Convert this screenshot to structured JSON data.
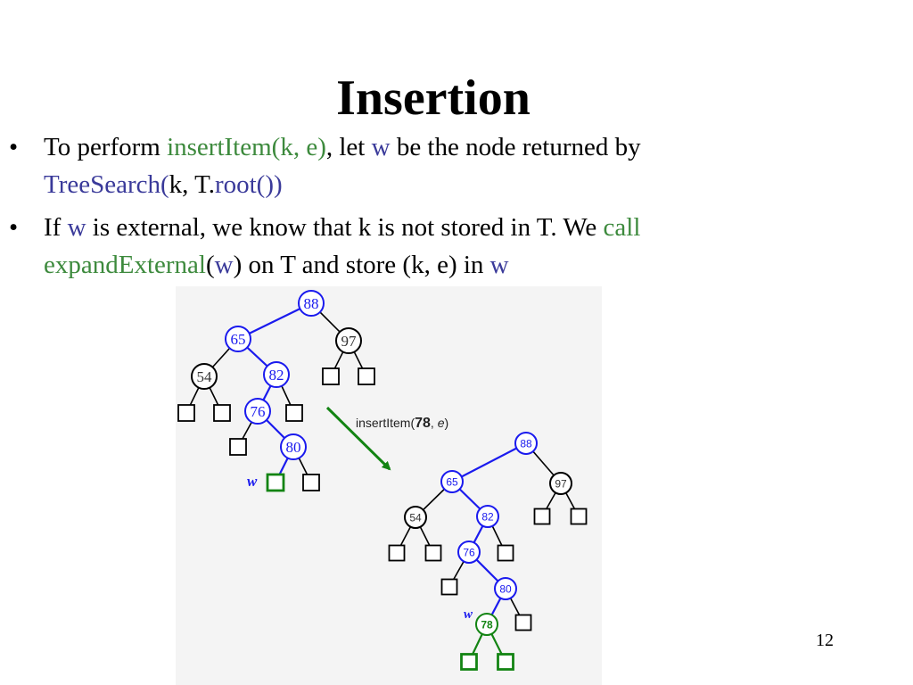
{
  "slide": {
    "title": "Insertion",
    "bullets": [
      {
        "lines": [
          [
            {
              "t": "To perform ",
              "c": ""
            },
            {
              "t": "insertItem(k, e)",
              "c": "g"
            },
            {
              "t": ", let ",
              "c": ""
            },
            {
              "t": "w",
              "c": "b"
            },
            {
              "t": " be the node returned by",
              "c": ""
            }
          ],
          [
            {
              "t": "TreeSearch(",
              "c": "b"
            },
            {
              "t": "k, T.",
              "c": ""
            },
            {
              "t": "root())",
              "c": "b"
            }
          ]
        ]
      },
      {
        "lines": [
          [
            {
              "t": "If ",
              "c": ""
            },
            {
              "t": "w",
              "c": "b"
            },
            {
              "t": " is external, we know that k is not stored in T. We ",
              "c": ""
            },
            {
              "t": "call",
              "c": "g"
            }
          ],
          [
            {
              "t": "expandExternal",
              "c": "g"
            },
            {
              "t": "(",
              "c": ""
            },
            {
              "t": "w",
              "c": "b"
            },
            {
              "t": ") on T and store (k, e) in ",
              "c": ""
            },
            {
              "t": "w",
              "c": "b"
            }
          ]
        ]
      }
    ],
    "bullet_symbol": "•",
    "page_number": "12"
  },
  "figure": {
    "colors": {
      "path": "#1a1aee",
      "new": "#138413",
      "normal": "#000000",
      "arrow": "#138413"
    },
    "before_tree": {
      "nodes": [
        {
          "id": "88",
          "label": "88",
          "kind": "internal",
          "state": "path"
        },
        {
          "id": "65",
          "label": "65",
          "kind": "internal",
          "state": "path"
        },
        {
          "id": "97",
          "label": "97",
          "kind": "internal",
          "state": "normal"
        },
        {
          "id": "54",
          "label": "54",
          "kind": "internal",
          "state": "normal"
        },
        {
          "id": "82",
          "label": "82",
          "kind": "internal",
          "state": "path"
        },
        {
          "id": "76",
          "label": "76",
          "kind": "internal",
          "state": "path"
        },
        {
          "id": "80",
          "label": "80",
          "kind": "internal",
          "state": "path"
        },
        {
          "id": "e97l",
          "label": "",
          "kind": "external",
          "state": "normal"
        },
        {
          "id": "e97r",
          "label": "",
          "kind": "external",
          "state": "normal"
        },
        {
          "id": "e54l",
          "label": "",
          "kind": "external",
          "state": "normal"
        },
        {
          "id": "e54r",
          "label": "",
          "kind": "external",
          "state": "normal"
        },
        {
          "id": "e82r",
          "label": "",
          "kind": "external",
          "state": "normal"
        },
        {
          "id": "e76l",
          "label": "",
          "kind": "external",
          "state": "normal"
        },
        {
          "id": "w",
          "label": "",
          "kind": "external",
          "state": "new"
        },
        {
          "id": "e80r",
          "label": "",
          "kind": "external",
          "state": "normal"
        }
      ],
      "edges": [
        {
          "from": "88",
          "to": "65",
          "state": "path"
        },
        {
          "from": "88",
          "to": "97",
          "state": "normal"
        },
        {
          "from": "65",
          "to": "54",
          "state": "normal"
        },
        {
          "from": "65",
          "to": "82",
          "state": "path"
        },
        {
          "from": "97",
          "to": "e97l",
          "state": "normal"
        },
        {
          "from": "97",
          "to": "e97r",
          "state": "normal"
        },
        {
          "from": "54",
          "to": "e54l",
          "state": "normal"
        },
        {
          "from": "54",
          "to": "e54r",
          "state": "normal"
        },
        {
          "from": "82",
          "to": "76",
          "state": "path"
        },
        {
          "from": "82",
          "to": "e82r",
          "state": "normal"
        },
        {
          "from": "76",
          "to": "e76l",
          "state": "normal"
        },
        {
          "from": "76",
          "to": "80",
          "state": "path"
        },
        {
          "from": "80",
          "to": "w",
          "state": "path"
        },
        {
          "from": "80",
          "to": "e80r",
          "state": "normal"
        }
      ],
      "w_label": "w"
    },
    "after_tree": {
      "nodes": [
        {
          "id": "88",
          "label": "88",
          "kind": "internal",
          "state": "path"
        },
        {
          "id": "65",
          "label": "65",
          "kind": "internal",
          "state": "path"
        },
        {
          "id": "97",
          "label": "97",
          "kind": "internal",
          "state": "normal"
        },
        {
          "id": "54",
          "label": "54",
          "kind": "internal",
          "state": "normal"
        },
        {
          "id": "82",
          "label": "82",
          "kind": "internal",
          "state": "path"
        },
        {
          "id": "76",
          "label": "76",
          "kind": "internal",
          "state": "path"
        },
        {
          "id": "80",
          "label": "80",
          "kind": "internal",
          "state": "path"
        },
        {
          "id": "78",
          "label": "78",
          "kind": "internal",
          "state": "new"
        },
        {
          "id": "e97l",
          "label": "",
          "kind": "external",
          "state": "normal"
        },
        {
          "id": "e97r",
          "label": "",
          "kind": "external",
          "state": "normal"
        },
        {
          "id": "e54l",
          "label": "",
          "kind": "external",
          "state": "normal"
        },
        {
          "id": "e54r",
          "label": "",
          "kind": "external",
          "state": "normal"
        },
        {
          "id": "e82r",
          "label": "",
          "kind": "external",
          "state": "normal"
        },
        {
          "id": "e76l",
          "label": "",
          "kind": "external",
          "state": "normal"
        },
        {
          "id": "e80r",
          "label": "",
          "kind": "external",
          "state": "normal"
        },
        {
          "id": "e78l",
          "label": "",
          "kind": "external",
          "state": "new"
        },
        {
          "id": "e78r",
          "label": "",
          "kind": "external",
          "state": "new"
        }
      ],
      "edges": [
        {
          "from": "88",
          "to": "65",
          "state": "path"
        },
        {
          "from": "88",
          "to": "97",
          "state": "normal"
        },
        {
          "from": "65",
          "to": "54",
          "state": "normal"
        },
        {
          "from": "65",
          "to": "82",
          "state": "path"
        },
        {
          "from": "97",
          "to": "e97l",
          "state": "normal"
        },
        {
          "from": "97",
          "to": "e97r",
          "state": "normal"
        },
        {
          "from": "54",
          "to": "e54l",
          "state": "normal"
        },
        {
          "from": "54",
          "to": "e54r",
          "state": "normal"
        },
        {
          "from": "82",
          "to": "76",
          "state": "path"
        },
        {
          "from": "82",
          "to": "e82r",
          "state": "normal"
        },
        {
          "from": "76",
          "to": "e76l",
          "state": "normal"
        },
        {
          "from": "76",
          "to": "80",
          "state": "path"
        },
        {
          "from": "80",
          "to": "78",
          "state": "path"
        },
        {
          "from": "80",
          "to": "e80r",
          "state": "normal"
        },
        {
          "from": "78",
          "to": "e78l",
          "state": "new"
        },
        {
          "from": "78",
          "to": "e78r",
          "state": "new"
        }
      ],
      "w_label": "w"
    },
    "arrow_label": {
      "prefix": "insertItem(",
      "key": "78",
      "sep": ", ",
      "elem": "e",
      "suffix": ")"
    }
  }
}
